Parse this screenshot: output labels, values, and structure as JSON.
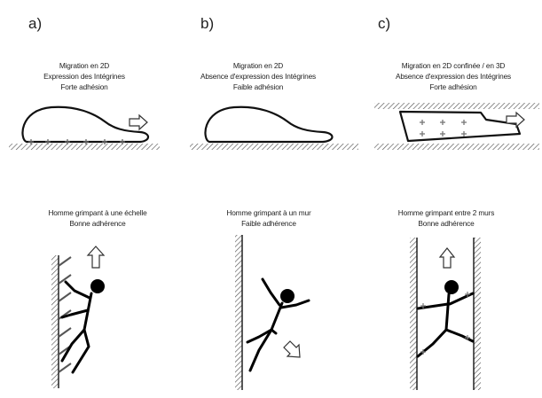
{
  "panels": [
    {
      "letter": "a)",
      "cell_caption": [
        "Migration en 2D",
        "Expression des Intégrines",
        "Forte adhésion"
      ],
      "climber_caption": [
        "Homme grimpant à une échelle",
        "Bonne adhérence"
      ]
    },
    {
      "letter": "b)",
      "cell_caption": [
        "Migration en 2D",
        "Absence d'expression des Intégrines",
        "Faible adhésion"
      ],
      "climber_caption": [
        "Homme grimpant à un mur",
        "Faible adhérence"
      ]
    },
    {
      "letter": "c)",
      "cell_caption": [
        "Migration en 2D confinée / en 3D",
        "Absence d'expression des Intégrines",
        "Forte adhésion"
      ],
      "climber_caption": [
        "Homme grimpant entre 2 murs",
        "Bonne adhérence"
      ]
    }
  ]
}
